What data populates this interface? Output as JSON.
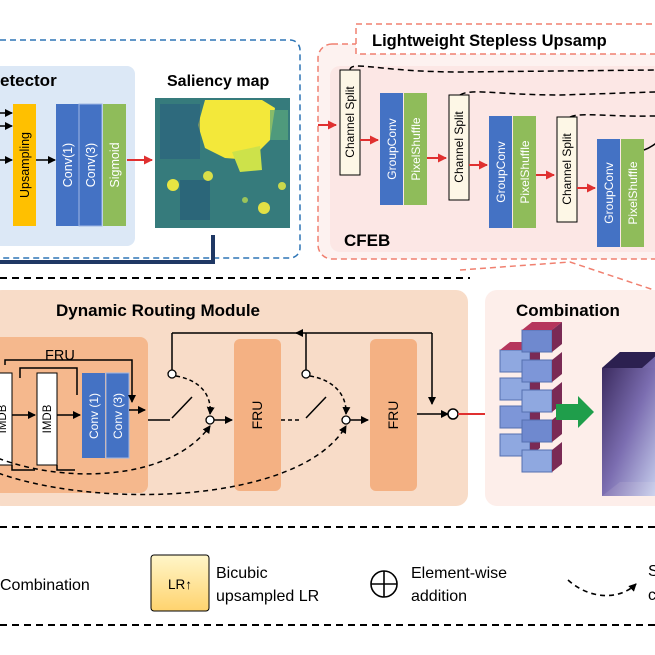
{
  "detector": {
    "title": "etector",
    "upsampling": "Upsampling",
    "conv1": "Conv(1)",
    "conv3": "Conv(3)",
    "sigmoid": "Sigmoid"
  },
  "saliency": {
    "title": "Saliency map"
  },
  "upsampler": {
    "title": "Lightweight Stepless Upsamp",
    "block_name": "CFEB",
    "channel_split": "Channel Split",
    "group_conv": "GroupConv",
    "pixel_shuffle": "PixelShuffle"
  },
  "routing": {
    "title": "Dynamic Routing Module",
    "fru_label": "FRU",
    "imdb": "IMDB",
    "conv1": "Conv (1)",
    "conv3": "Conv (3)"
  },
  "combination": {
    "title": "Combination"
  },
  "legend": {
    "combination": "Combination",
    "lr_box": "LR↑",
    "bicubic_line1": "Bicubic",
    "bicubic_line2": "upsampled LR",
    "elementwise_line1": "Element-wise",
    "elementwise_line2": "addition",
    "dashed_s": "S",
    "dashed_c": "c"
  },
  "colors": {
    "peach": "#f8dcc8",
    "fru_box": "#f4b183",
    "blue": "#4472c4",
    "green": "#8fbc5a",
    "orange": "#ffc000",
    "red_arrow": "#e03030",
    "navy": "#1f3864",
    "pink_panel": "#fdecea",
    "detector_panel": "#dce8f6"
  }
}
